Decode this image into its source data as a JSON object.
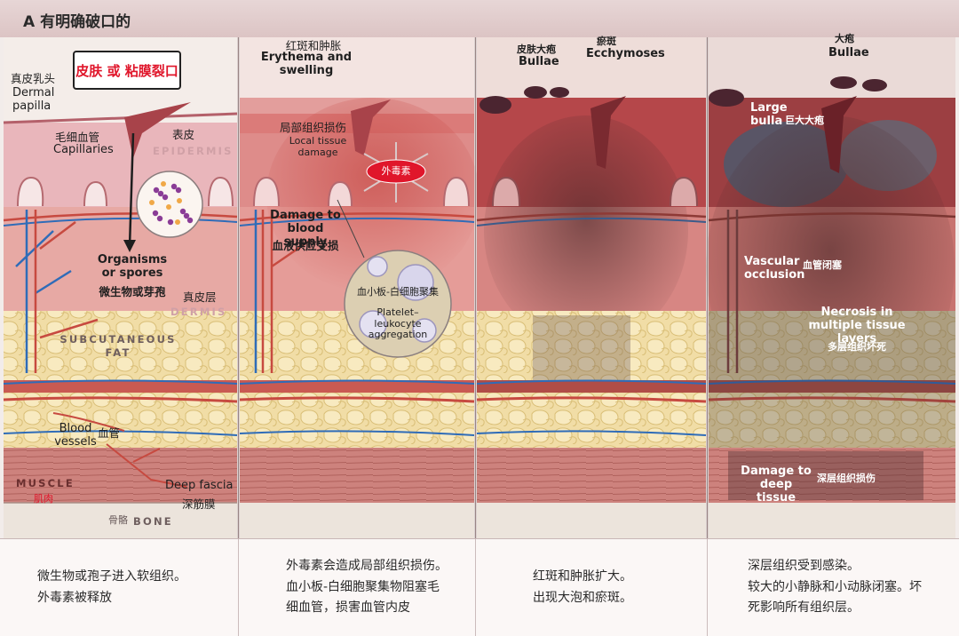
{
  "header": {
    "title": "A  有明确破口的"
  },
  "panel1": {
    "entry_box": "皮肤 或 粘膜裂口",
    "dermal_papilla_cn": "真皮乳头",
    "dermal_papilla_en": "Dermal papilla",
    "capillaries_cn": "毛细血管",
    "capillaries_en": "Capillaries",
    "epidermis_cn": "表皮",
    "epidermis_en": "EPIDERMIS",
    "organisms_en": "Organisms or spores",
    "organisms_cn": "微生物或芽孢",
    "dermis_cn": "真皮层",
    "dermis_en": "DERMIS",
    "subcutaneous_fat_en": "SUBCUTANEOUS FAT",
    "blood_vessels_en": "Blood vessels",
    "blood_vessels_cn": "血管",
    "muscle_en": "MUSCLE",
    "muscle_cn": "肌肉",
    "deep_fascia_en": "Deep fascia",
    "deep_fascia_cn": "深筋膜",
    "bone_cn": "骨骼",
    "bone_en": "BONE"
  },
  "panel2": {
    "erythema_cn": "红斑和肿胀",
    "erythema_en": "Erythema and swelling",
    "local_damage_cn": "局部组织损伤",
    "local_damage_en": "Local tissue damage",
    "exotoxin_cn": "外毒素",
    "blood_supply_en": "Damage to blood supply",
    "blood_supply_cn": "血液供应受损",
    "aggregation_cn": "血小板-白细胞聚集",
    "aggregation_en": "Platelet–leukocyte aggregation"
  },
  "panel3": {
    "bullae_cn": "皮肤大疱",
    "bullae_en": "Bullae",
    "ecchymoses_cn": "瘀斑",
    "ecchymoses_en": "Ecchymoses"
  },
  "panel4": {
    "bullae_cn": "大疱",
    "bullae_en": "Bullae",
    "large_bulla_en": "Large bulla",
    "large_bulla_cn": "巨大大疱",
    "vascular_occlusion_en": "Vascular occlusion",
    "vascular_occlusion_cn": "血管闭塞",
    "necrosis_en": "Necrosis in multiple tissue layers",
    "necrosis_cn": "多层组织坏死",
    "deep_damage_en": "Damage to deep tissue",
    "deep_damage_cn": "深层组织损伤"
  },
  "captions": [
    {
      "line1": "微生物或孢子进入软组织。",
      "line2": "外毒素被释放"
    },
    {
      "line1": "外毒素会造成局部组织损伤。",
      "line2": "血小板-白细胞聚集物阻塞毛",
      "line3": "细血管，损害血管内皮"
    },
    {
      "line1": "红斑和肿胀扩大。",
      "line2": "出现大泡和瘀斑。"
    },
    {
      "line1": "深层组织受到感染。",
      "line2": "较大的小静脉和小动脉闭塞。坏",
      "line3": "死影响所有组织层。"
    }
  ],
  "colors": {
    "epidermis": "#ecbfc4",
    "dermis": "#e8a9a5",
    "fat": "#f1dda6",
    "muscle": "#c97a76",
    "bone": "#ede6de",
    "artery": "#c83a32",
    "vein": "#2f6cb8",
    "caption_arrow": "#de6d6d",
    "entry_text": "#e0162b"
  }
}
